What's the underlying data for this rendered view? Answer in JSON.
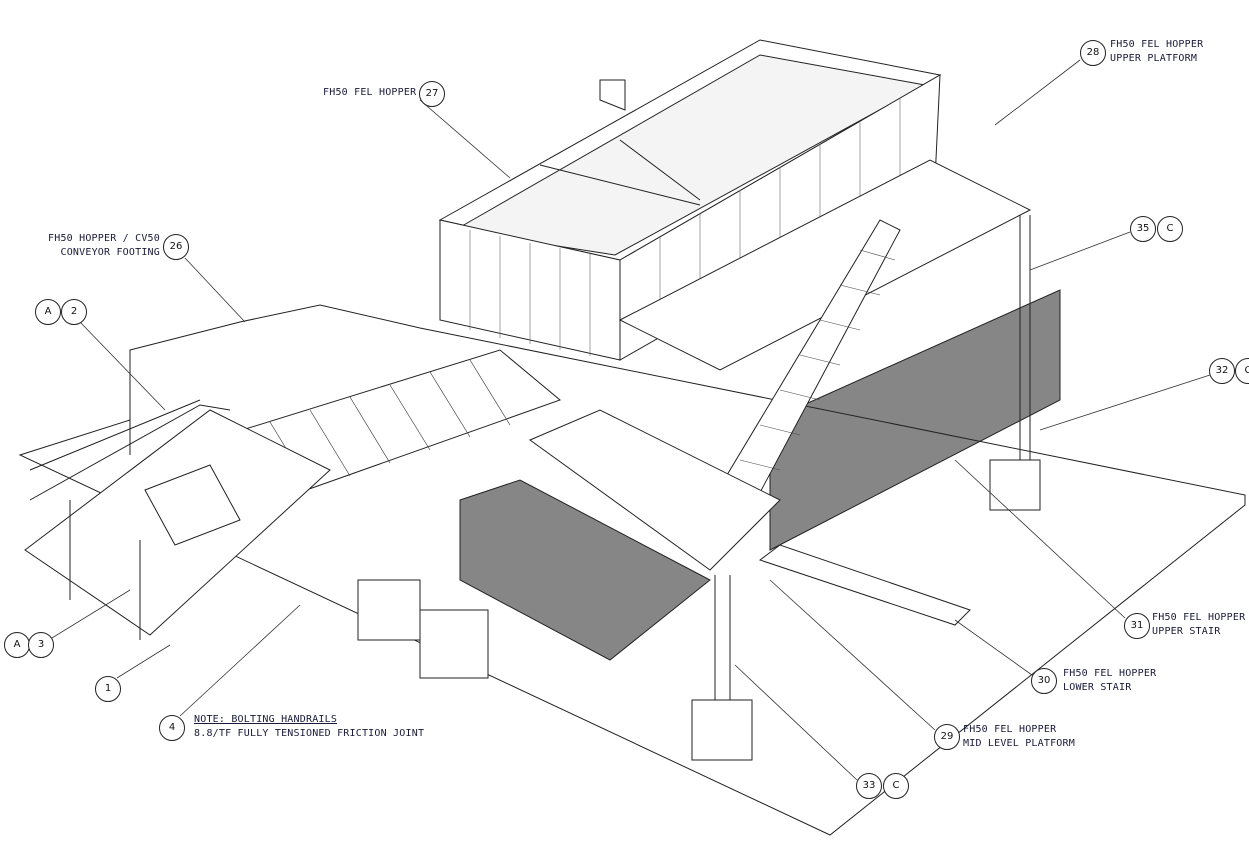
{
  "callouts": {
    "c26": {
      "num": "26",
      "line1": "FH50 HOPPER / CV50",
      "line2": "CONVEYOR FOOTING"
    },
    "c27": {
      "num": "27",
      "line1": "FH50 FEL HOPPER"
    },
    "c28": {
      "num": "28",
      "line1": "FH50 FEL HOPPER",
      "line2": "UPPER PLATFORM"
    },
    "c35": {
      "num": "35",
      "ref": "C"
    },
    "c32": {
      "num": "32",
      "ref": "C"
    },
    "c31": {
      "num": "31",
      "line1": "FH50 FEL HOPPER",
      "line2": "UPPER STAIR"
    },
    "c30": {
      "num": "30",
      "line1": "FH50 FEL HOPPER",
      "line2": "LOWER STAIR"
    },
    "c29": {
      "num": "29",
      "line1": "FH50 FEL HOPPER",
      "line2": "MID LEVEL PLATFORM"
    },
    "c33": {
      "num": "33",
      "ref": "C"
    },
    "c4": {
      "num": "4",
      "line1": "NOTE: BOLTING HANDRAILS",
      "line2": "8.8/TF FULLY TENSIONED FRICTION JOINT"
    },
    "c1": {
      "num": "1"
    },
    "c3": {
      "num": "3",
      "ref": "A"
    },
    "c2": {
      "num": "2",
      "ref": "A"
    }
  }
}
